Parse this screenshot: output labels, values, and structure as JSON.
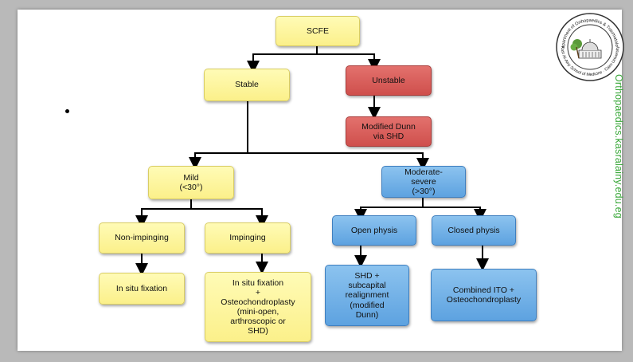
{
  "flowchart": {
    "scfe": "SCFE",
    "stable": "Stable",
    "unstable": "Unstable",
    "modified_dunn": "Modified Dunn\nvia SHD",
    "mild": "Mild\n(<30°)",
    "moderate_severe": "Moderate-\nsevere\n(>30°)",
    "non_impinging": "Non-impinging",
    "impinging": "Impinging",
    "open_physis": "Open physis",
    "closed_physis": "Closed physis",
    "in_situ_fixation": "In situ fixation",
    "in_situ_osteo": "In situ fixation\n+\nOsteochondroplasty\n(mini-open,\narthroscopic or\nSHD)",
    "shd_subcapital": "SHD +\nsubcapital\nrealignment\n(modified\nDunn)",
    "combined_ito": "Combined ITO +\nOsteochondroplasty"
  },
  "sidebar": {
    "website": "Orthopaedics.kasralainy.edu.eg",
    "logo_top_text": "Department of Orthopaedics & Traumatology",
    "logo_bottom_text": "Kasr Al-Ainy School of Medicine · Cairo University"
  },
  "colors": {
    "yellow_box": "#fbf08a",
    "red_box": "#cf4f4c",
    "blue_box": "#5da2e0",
    "website_text": "#3aa83a"
  }
}
